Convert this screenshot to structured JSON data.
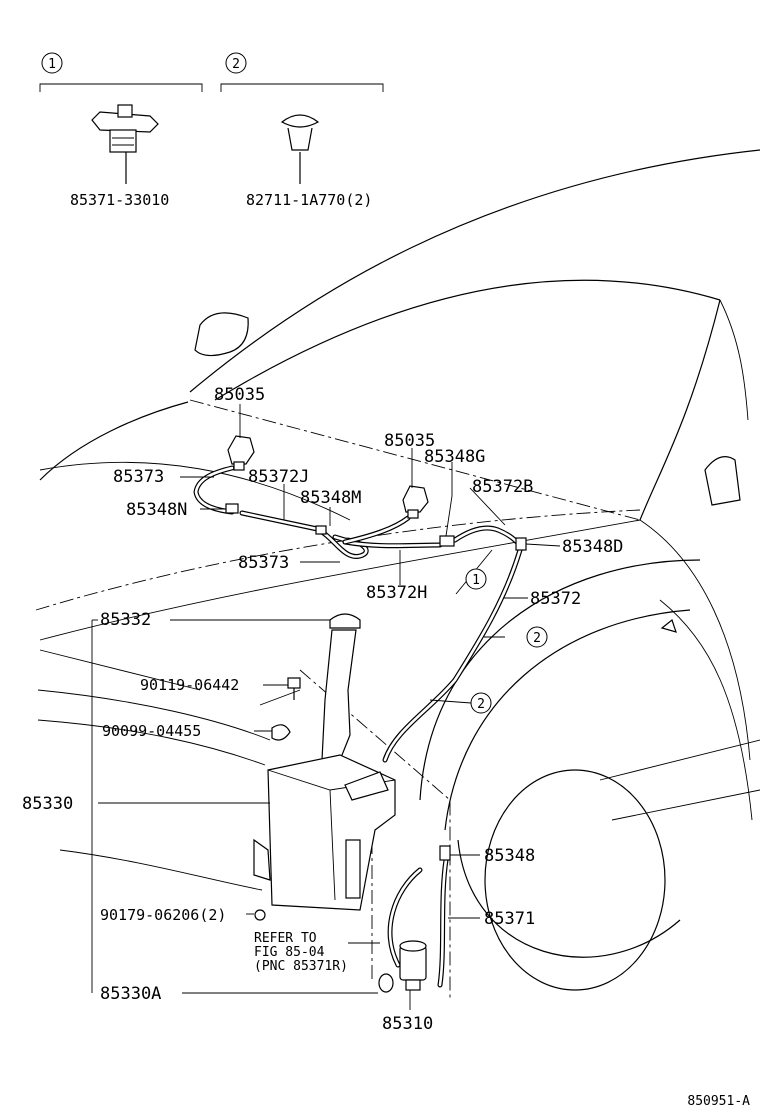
{
  "variants": [
    {
      "marker": "1",
      "part_no": "85371-33010"
    },
    {
      "marker": "2",
      "part_no": "82711-1A770(2)"
    }
  ],
  "labels": {
    "nozzle_left": "85035",
    "nozzle_right": "85035",
    "hose_85373_top": "85373",
    "hose_85372J": "85372J",
    "joint_85348N": "85348N",
    "joint_85348M": "85348M",
    "joint_85348G": "85348G",
    "hose_85372B": "85372B",
    "hose_85373_bottom": "85373",
    "hose_85372H": "85372H",
    "joint_85348D": "85348D",
    "hose_85372": "85372",
    "cap_85332": "85332",
    "bolt_90119": "90119-06442",
    "clip_90099": "90099-04455",
    "tank_85330": "85330",
    "joint_85348": "85348",
    "hose_85371": "85371",
    "nut_90179": "90179-06206(2)",
    "assy_85330A": "85330A",
    "motor_85310": "85310"
  },
  "callout_markers": [
    "1",
    "2",
    "2"
  ],
  "reference_note": [
    "REFER TO",
    "FIG 85-04",
    "(PNC 85371R)"
  ],
  "figure_code": "850951-A"
}
